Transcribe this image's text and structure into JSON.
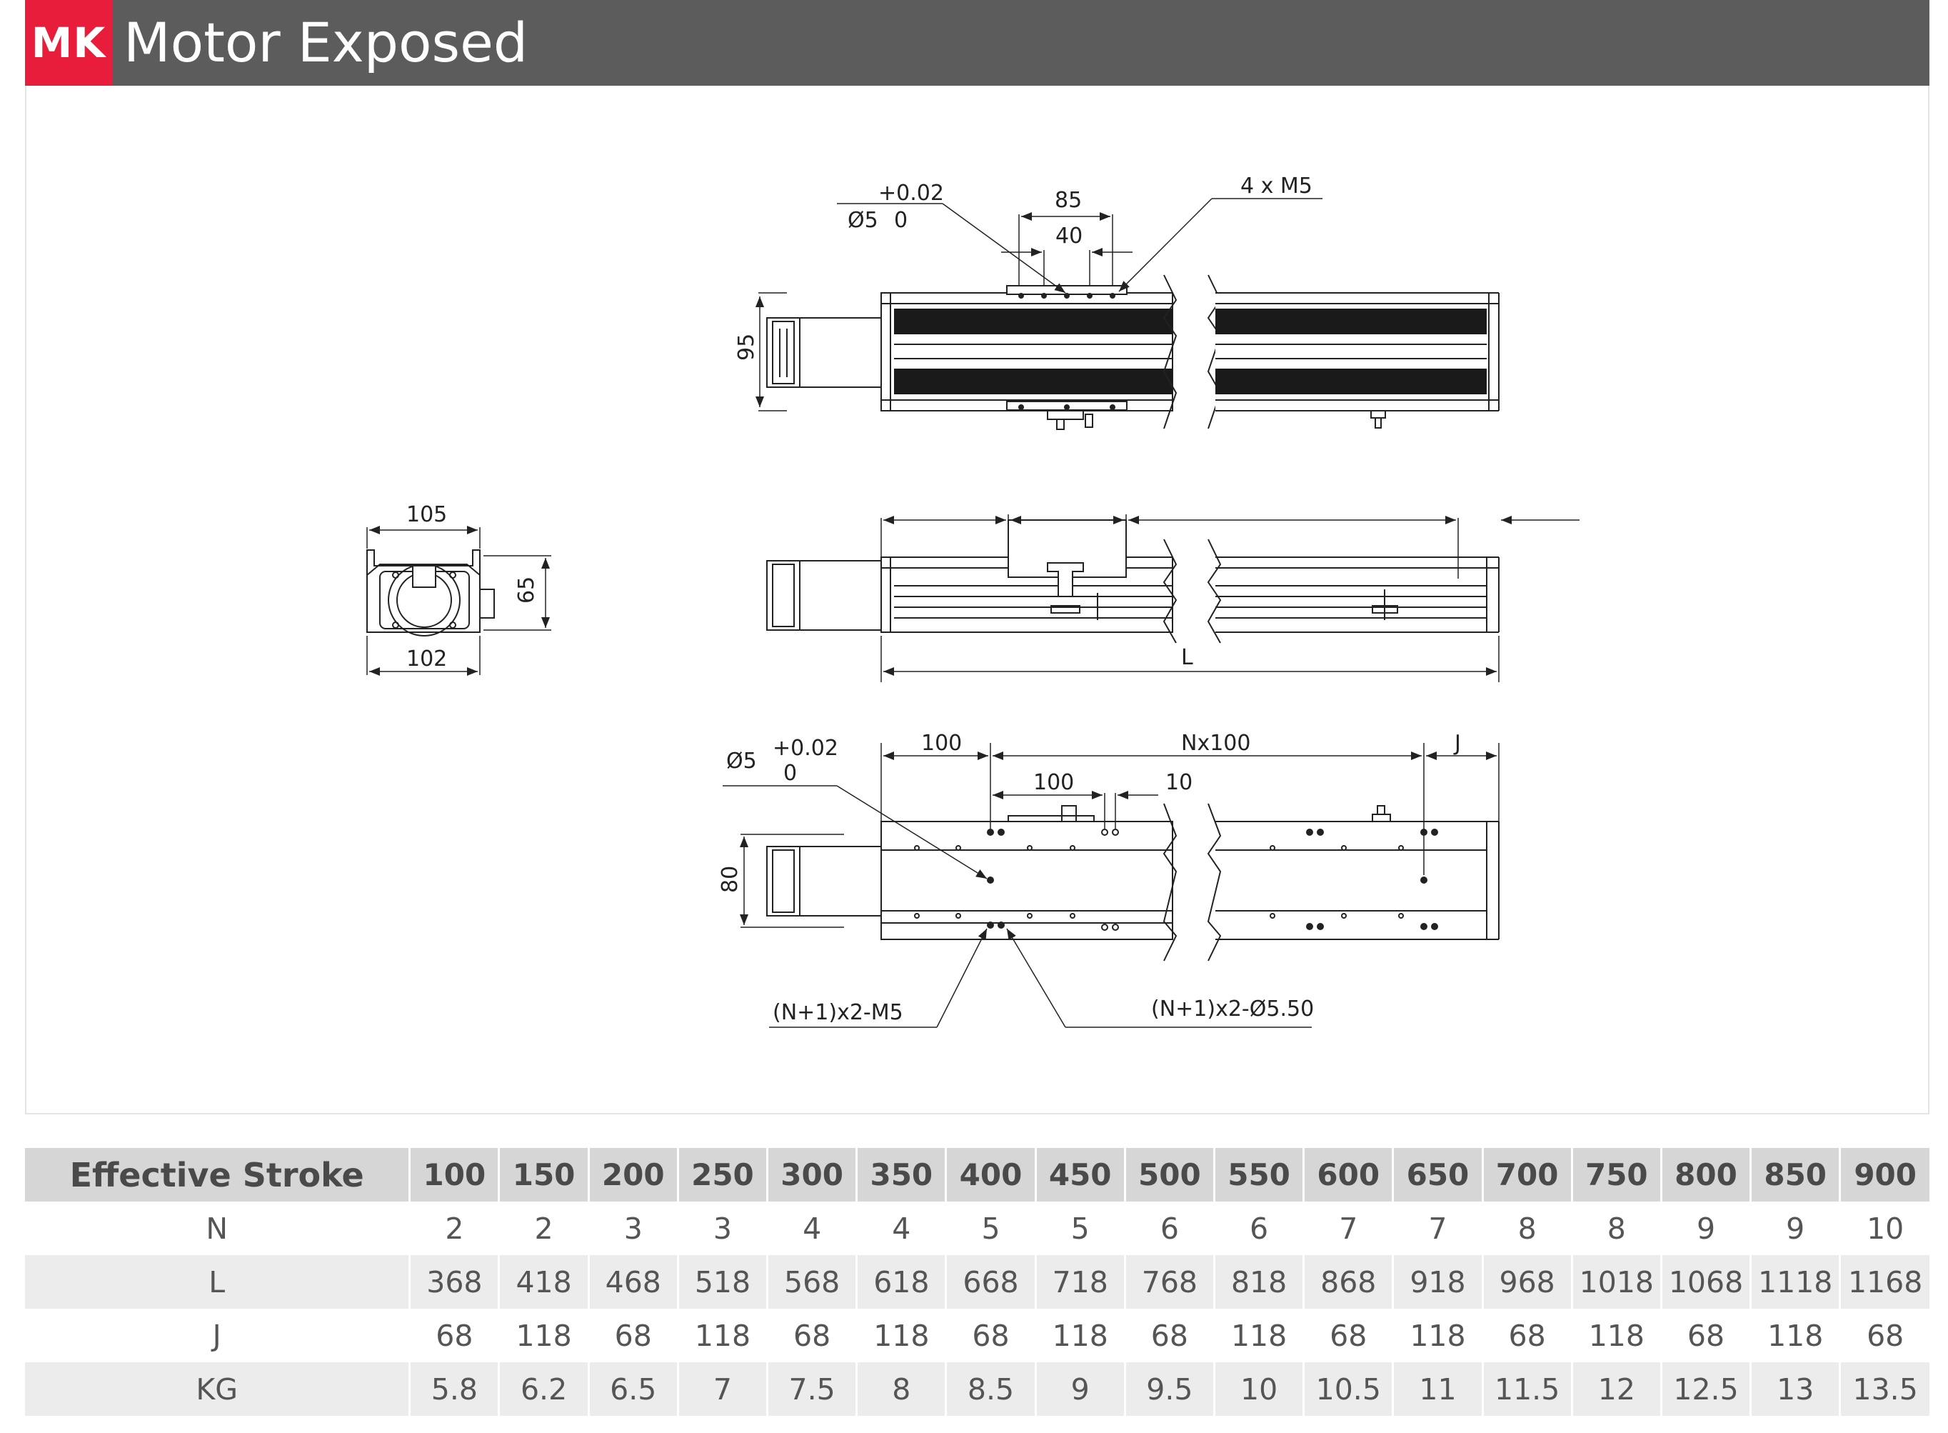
{
  "header": {
    "badge": "MK",
    "title": "Motor Exposed",
    "accent_color": "#e81d3b",
    "bar_color": "#5d5c5d"
  },
  "drawing": {
    "top_view": {
      "hole_tol_upper": "+0.02",
      "hole_dia": "Ø5",
      "hole_tol_lower": "0",
      "dim_85": "85",
      "dim_40": "40",
      "thread": "4 x  M5",
      "height_95": "95"
    },
    "end_view": {
      "width_105": "105",
      "width_102": "102",
      "height_65": "65"
    },
    "side_view": {
      "length_L": "L"
    },
    "bottom_view": {
      "hole_dia": "Ø5",
      "hole_tol_upper": "+0.02",
      "hole_tol_lower": "0",
      "dim_100_a": "100",
      "dim_nx100": "Nx100",
      "dim_J": "J",
      "dim_100_b": "100",
      "dim_10": "10",
      "height_80": "80",
      "thread_callout": "(N+1)x2-M5",
      "hole_callout": "(N+1)x2-Ø5.50"
    }
  },
  "table": {
    "header_label": "Effective Stroke",
    "strokes": [
      "100",
      "150",
      "200",
      "250",
      "300",
      "350",
      "400",
      "450",
      "500",
      "550",
      "600",
      "650",
      "700",
      "750",
      "800",
      "850",
      "900"
    ],
    "rows": [
      {
        "label": "N",
        "values": [
          "2",
          "2",
          "3",
          "3",
          "4",
          "4",
          "5",
          "5",
          "6",
          "6",
          "7",
          "7",
          "8",
          "8",
          "9",
          "9",
          "10"
        ]
      },
      {
        "label": "L",
        "values": [
          "368",
          "418",
          "468",
          "518",
          "568",
          "618",
          "668",
          "718",
          "768",
          "818",
          "868",
          "918",
          "968",
          "1018",
          "1068",
          "1118",
          "1168"
        ]
      },
      {
        "label": "J",
        "values": [
          "68",
          "118",
          "68",
          "118",
          "68",
          "118",
          "68",
          "118",
          "68",
          "118",
          "68",
          "118",
          "68",
          "118",
          "68",
          "118",
          "68"
        ]
      },
      {
        "label": "KG",
        "values": [
          "5.8",
          "6.2",
          "6.5",
          "7",
          "7.5",
          "8",
          "8.5",
          "9",
          "9.5",
          "10",
          "10.5",
          "11",
          "11.5",
          "12",
          "12.5",
          "13",
          "13.5"
        ]
      }
    ]
  }
}
